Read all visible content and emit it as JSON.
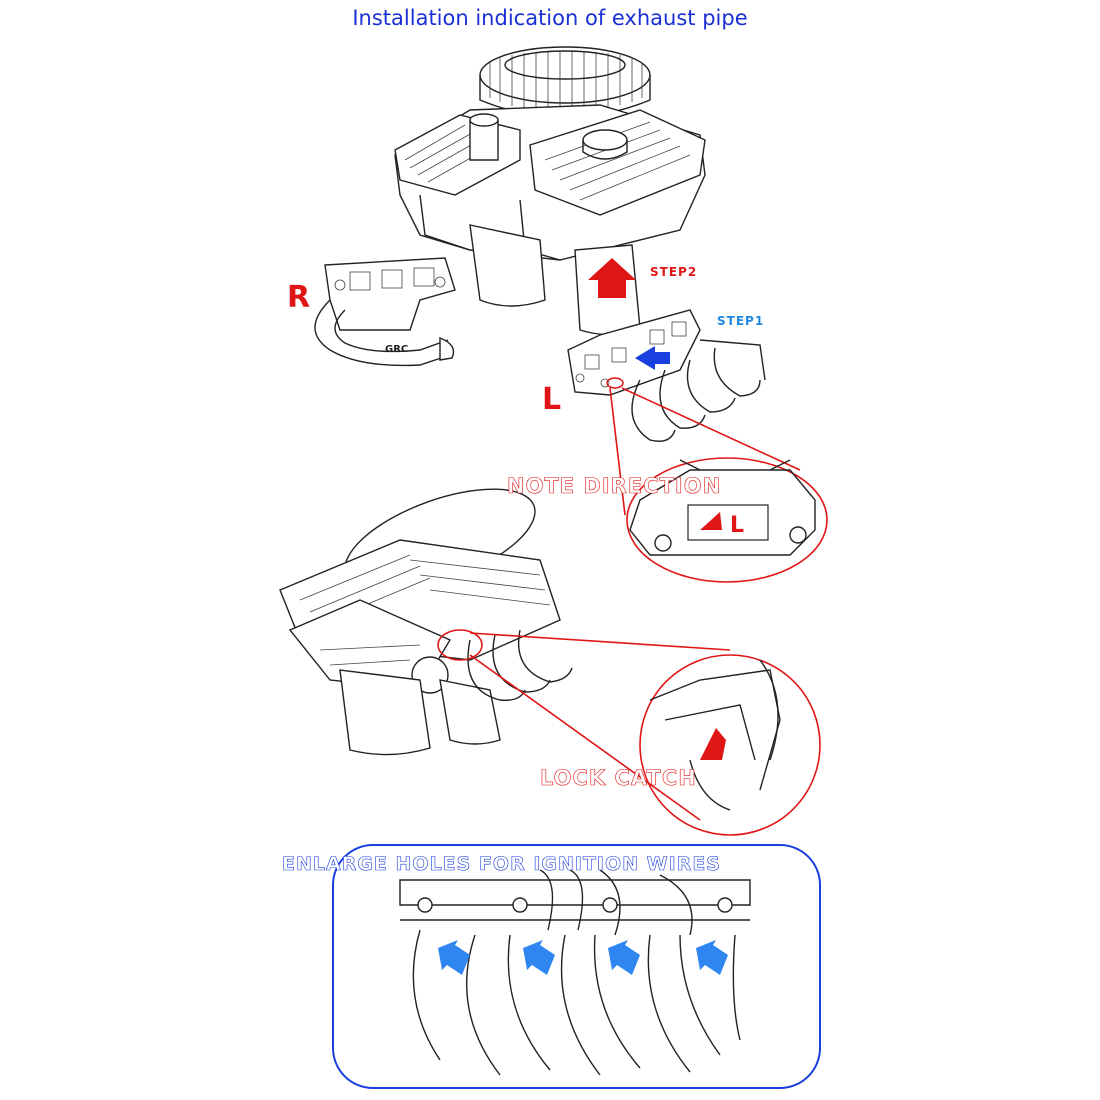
{
  "title": "Installation indication of exhaust pipe",
  "labels": {
    "right_side": "R",
    "left_side": "L",
    "step1": "STEP1",
    "step2": "STEP2",
    "note_direction": "NOTE DIRECTION",
    "lock_catch": "LOCK CATCH",
    "enlarge_holes": "ENLARGE HOLES FOR IGNITION WIRES",
    "pipe_brand": "GRC",
    "plate_marking": "L"
  },
  "colors": {
    "title": "#1a2fd6",
    "callout_red": "#e01515",
    "step1_blue": "#1e88e5",
    "arrow_blue": "#1a3fe0",
    "hint_arrow": "#2f86f0"
  }
}
